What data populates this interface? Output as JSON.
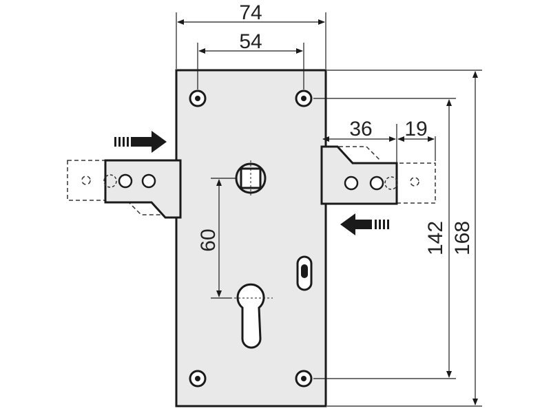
{
  "dimensions": {
    "width_outer": "74",
    "width_holes": "54",
    "bolt_travel": "36",
    "bolt_extra": "19",
    "spindle_to_cylinder": "60",
    "hole_spacing_vertical": "142",
    "height_outer": "168"
  },
  "colors": {
    "plate": "#e9e9ea",
    "line": "#1a1a1a",
    "background": "#ffffff"
  },
  "icons": {
    "arrow_left_bolt": "arrow-right-icon",
    "arrow_right_bolt": "arrow-left-icon"
  }
}
